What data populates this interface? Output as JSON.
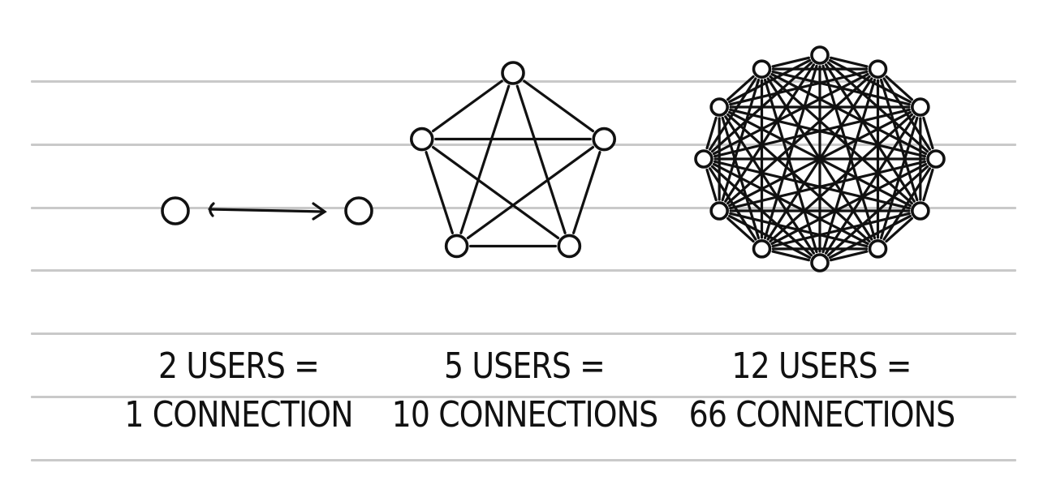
{
  "captions": [
    {
      "users": "2 USERS =",
      "connections": "1 CONNECTION"
    },
    {
      "users": "5 USERS =",
      "connections": "10 CONNECTIONS"
    },
    {
      "users": "12 USERS =",
      "connections": "66 CONNECTIONS"
    }
  ],
  "networks": [
    {
      "nodes": 2,
      "edges": 1,
      "layout": "pair-arrow"
    },
    {
      "nodes": 5,
      "edges": 10,
      "layout": "pentagon-complete"
    },
    {
      "nodes": 12,
      "edges": 66,
      "layout": "circle-complete"
    }
  ],
  "colors": {
    "ink": "#111111",
    "rule": "#c9c9c9",
    "paper": "#ffffff"
  }
}
